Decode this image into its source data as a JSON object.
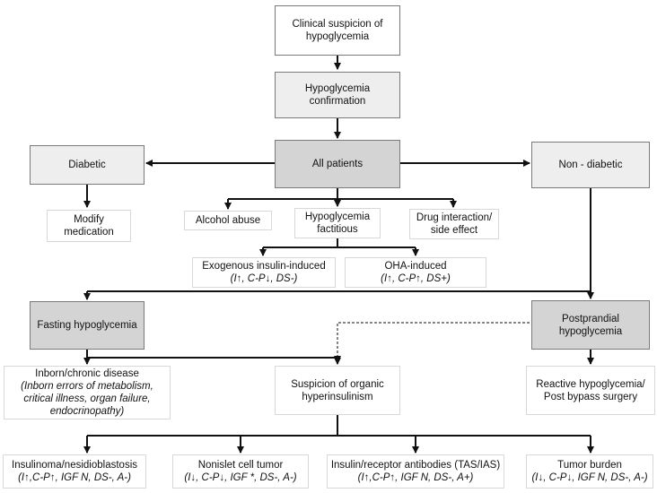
{
  "nodes": {
    "clinical_suspicion": [
      "Clinical suspicion of",
      "hypoglycemia"
    ],
    "confirmation": [
      "Hypoglycemia",
      "confirmation"
    ],
    "all_patients": [
      "All patients"
    ],
    "diabetic": [
      "Diabetic"
    ],
    "non_diabetic": [
      "Non - diabetic"
    ],
    "modify_medication": [
      "Modify",
      "medication"
    ],
    "alcohol_abuse": [
      "Alcohol abuse"
    ],
    "factitious": [
      "Hypoglycemia",
      "factitious"
    ],
    "drug_interaction": [
      "Drug interaction/",
      "side effect"
    ],
    "exogenous_insulin": [
      "Exogenous insulin-induced",
      "(I↑, C-P↓, DS-)"
    ],
    "oha_induced": [
      "OHA-induced",
      "(I↑, C-P↑, DS+)"
    ],
    "fasting": [
      "Fasting hypoglycemia"
    ],
    "postprandial": [
      "Postprandial",
      "hypoglycemia"
    ],
    "inborn": [
      "Inborn/chronic disease",
      "(Inborn errors of metabolism,",
      "critical illness, organ failure,",
      "endocrinopathy)"
    ],
    "organic_hyperinsulinism": [
      "Suspicion of organic",
      "hyperinsulinism"
    ],
    "reactive": [
      "Reactive hypoglycemia/",
      "Post bypass surgery"
    ],
    "insulinoma": [
      "Insulinoma/nesidioblastosis",
      "(I↑,C-P↑, IGF N, DS-, A-)"
    ],
    "nonislet": [
      "Nonislet cell tumor",
      "(I↓, C-P↓, IGF *, DS-, A-)"
    ],
    "antibodies": [
      "Insulin/receptor antibodies (TAS/IAS)",
      "(I↑,C-P↑, IGF N, DS-, A+)"
    ],
    "tumor_burden": [
      "Tumor burden",
      "(I↓, C-P↓, IGF N, DS-, A-)"
    ]
  },
  "colors": {
    "line": "#111111",
    "grey_box": "#d4d4d4",
    "light_box": "#eeeeee"
  }
}
